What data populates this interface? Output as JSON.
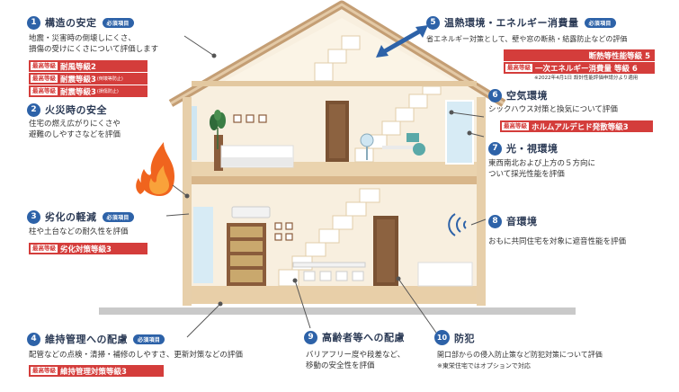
{
  "callouts": [
    {
      "num": "1",
      "title": "構造の安定",
      "required": "必須項目",
      "desc": [
        "地震・災害時の倒壊しにくさ、",
        "損傷の受けにくさについて評価します"
      ],
      "badges": [
        {
          "tag": "最高等級",
          "text": "耐風等級2",
          "small": ""
        },
        {
          "tag": "最高等級",
          "text": "耐震等級3",
          "small": "(倒壊等防止)"
        },
        {
          "tag": "最高等級",
          "text": "耐震等級3",
          "small": "(損傷防止)"
        }
      ]
    },
    {
      "num": "2",
      "title": "火災時の安全",
      "desc": [
        "住宅の燃え広がりにくさや",
        "避難のしやすさなどを評価"
      ]
    },
    {
      "num": "3",
      "title": "劣化の軽減",
      "required": "必須項目",
      "desc": [
        "柱や土台などの耐久性を評価"
      ],
      "badges": [
        {
          "tag": "最高等級",
          "text": "劣化対策等級3"
        }
      ]
    },
    {
      "num": "4",
      "title": "維持管理への配慮",
      "required": "必須項目",
      "desc": [
        "配管などの点検・清掃・補修のしやすさ、更新対策などの評価"
      ],
      "badges": [
        {
          "tag": "最高等級",
          "text": "維持管理対策等級3"
        }
      ]
    },
    {
      "num": "5",
      "title": "温熱環境・エネルギー消費量",
      "required": "必須項目",
      "desc": [
        "省エネルギー対策として、壁や窓の断熱・結露防止などの評価"
      ],
      "badges": [
        {
          "tag": "",
          "text": "断熱等性能等級 5"
        },
        {
          "tag": "最高等級",
          "text": "一次エネルギー消費量 等級 6"
        }
      ],
      "note": "※2022年4月1日 設計性能評価申請分より適用"
    },
    {
      "num": "6",
      "title": "空気環境",
      "desc": [
        "シックハウス対策と換気について評価"
      ],
      "badges": [
        {
          "tag": "最高等級",
          "text": "ホルムアルデヒド発散等級3"
        }
      ]
    },
    {
      "num": "7",
      "title": "光・視環境",
      "desc": [
        "東西南北および上方の５方向に",
        "ついて採光性能を評価"
      ]
    },
    {
      "num": "8",
      "title": "音環境",
      "desc": [
        "おもに共同住宅を対象に遮音性能を評価"
      ]
    },
    {
      "num": "9",
      "title": "高齢者等への配慮",
      "desc": [
        "バリアフリー度や段差など、",
        "移動の安全性を評価"
      ]
    },
    {
      "num": "10",
      "title": "防犯",
      "desc": [
        "開口部からの侵入防止策など防犯対策について評価"
      ],
      "note": "※東栄住宅ではオプションで対応"
    }
  ],
  "colors": {
    "accent": "#2d62a8",
    "badge": "#d43d3b",
    "roof": "#c9a57e",
    "wall": "#f7ecd8",
    "floor": "#d9b98f"
  },
  "icons": [
    "fire-icon",
    "heat-arrow-icon",
    "sound-wave-icon",
    "plant-icon",
    "chair-icon"
  ]
}
